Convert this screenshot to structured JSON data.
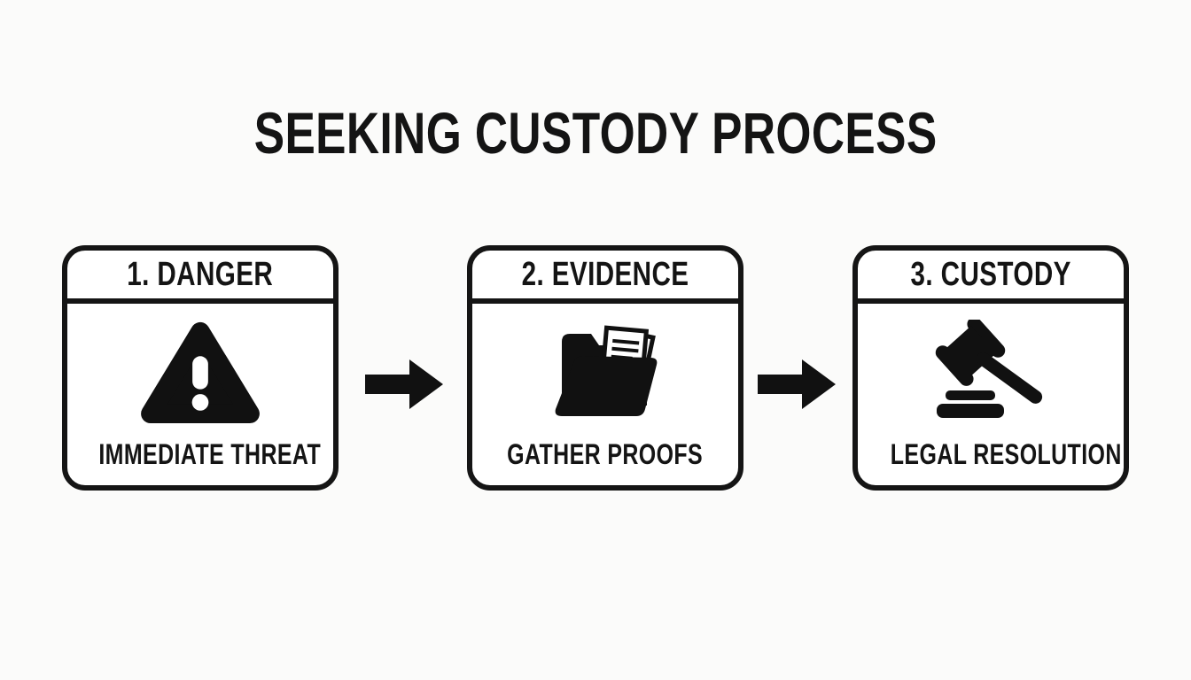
{
  "title": "SEEKING CUSTODY PROCESS",
  "steps": [
    {
      "header": "1. DANGER",
      "caption": "IMMEDIATE THREAT",
      "icon": "warning-triangle-icon"
    },
    {
      "header": "2. EVIDENCE",
      "caption": "GATHER PROOFS",
      "icon": "folder-documents-icon"
    },
    {
      "header": "3. CUSTODY",
      "caption": "LEGAL RESOLUTION",
      "icon": "gavel-icon"
    }
  ],
  "connectors": [
    "right-arrow",
    "right-arrow"
  ],
  "colors": {
    "ink": "#151515",
    "background": "#fbfbfa",
    "box_fill": "#ffffff",
    "icon_fill": "#111111"
  }
}
